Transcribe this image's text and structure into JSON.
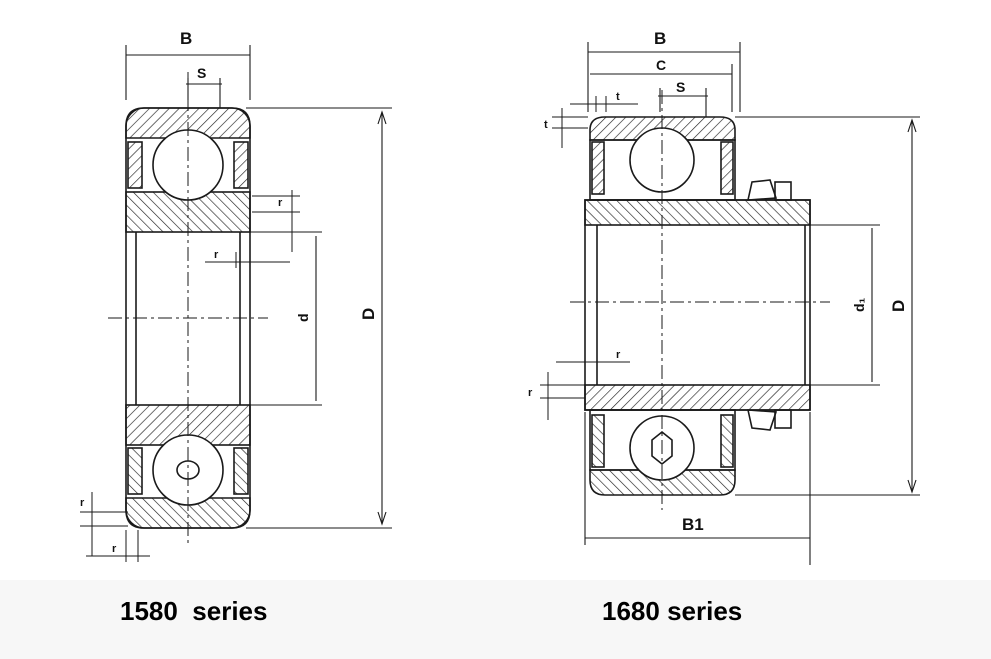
{
  "left": {
    "caption": "1580  series",
    "labels": {
      "B": "B",
      "S": "S",
      "D": "D",
      "d": "d",
      "r_outer": "r",
      "r_inner": "r",
      "r_bottom1": "r",
      "r_bottom2": "r"
    }
  },
  "right": {
    "caption": "1680 series",
    "labels": {
      "B": "B",
      "C": "C",
      "S": "S",
      "t": "t",
      "t2": "t",
      "d1": "d₁",
      "D": "D",
      "B1": "B1",
      "r1": "r",
      "r2": "r"
    }
  },
  "colors": {
    "line": "#1a1a1a",
    "background": "#f7f7f7"
  }
}
